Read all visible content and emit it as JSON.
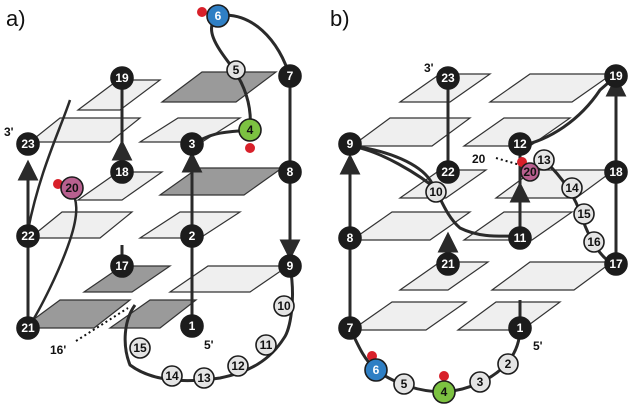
{
  "panels": [
    {
      "id": "a",
      "label": "a)",
      "end_labels": [
        "3'",
        "5'",
        "16'"
      ],
      "annotation": "16'",
      "nodes": [
        {
          "n": "19",
          "style": "black"
        },
        {
          "n": "7",
          "style": "black"
        },
        {
          "n": "6",
          "style": "blue",
          "modified": true
        },
        {
          "n": "5",
          "style": "light"
        },
        {
          "n": "23",
          "style": "black"
        },
        {
          "n": "3",
          "style": "black"
        },
        {
          "n": "4",
          "style": "green",
          "modified": true
        },
        {
          "n": "18",
          "style": "black"
        },
        {
          "n": "20",
          "style": "pink",
          "modified": true
        },
        {
          "n": "8",
          "style": "black"
        },
        {
          "n": "22",
          "style": "black"
        },
        {
          "n": "2",
          "style": "black"
        },
        {
          "n": "17",
          "style": "black"
        },
        {
          "n": "9",
          "style": "black"
        },
        {
          "n": "21",
          "style": "black"
        },
        {
          "n": "1",
          "style": "black"
        },
        {
          "n": "10",
          "style": "light"
        },
        {
          "n": "11",
          "style": "light"
        },
        {
          "n": "12",
          "style": "light"
        },
        {
          "n": "13",
          "style": "light"
        },
        {
          "n": "14",
          "style": "light"
        },
        {
          "n": "15",
          "style": "light"
        }
      ]
    },
    {
      "id": "b",
      "label": "b)",
      "end_labels": [
        "3'",
        "5'"
      ],
      "annotation": "20",
      "nodes": [
        {
          "n": "23",
          "style": "black"
        },
        {
          "n": "19",
          "style": "black"
        },
        {
          "n": "9",
          "style": "black"
        },
        {
          "n": "12",
          "style": "black"
        },
        {
          "n": "13",
          "style": "light"
        },
        {
          "n": "20",
          "style": "pink",
          "modified": true
        },
        {
          "n": "22",
          "style": "black"
        },
        {
          "n": "10",
          "style": "light"
        },
        {
          "n": "18",
          "style": "black"
        },
        {
          "n": "14",
          "style": "light"
        },
        {
          "n": "15",
          "style": "light"
        },
        {
          "n": "8",
          "style": "black"
        },
        {
          "n": "11",
          "style": "black"
        },
        {
          "n": "16",
          "style": "light"
        },
        {
          "n": "21",
          "style": "black"
        },
        {
          "n": "17",
          "style": "black"
        },
        {
          "n": "7",
          "style": "black"
        },
        {
          "n": "1",
          "style": "black"
        },
        {
          "n": "2",
          "style": "light"
        },
        {
          "n": "3",
          "style": "light"
        },
        {
          "n": "4",
          "style": "green",
          "modified": true
        },
        {
          "n": "5",
          "style": "light"
        },
        {
          "n": "6",
          "style": "blue",
          "modified": true
        }
      ]
    }
  ],
  "colors": {
    "black_node": "#1c1c1c",
    "light_node": "#e4e4e4",
    "blue_node": "#2f7fc4",
    "green_node": "#7cc241",
    "pink_node": "#b8608f",
    "modification_dot": "#d8202a",
    "plane_light": "#efefef",
    "plane_dark": "#9a9a9a",
    "strand": "#2a2a2a"
  }
}
